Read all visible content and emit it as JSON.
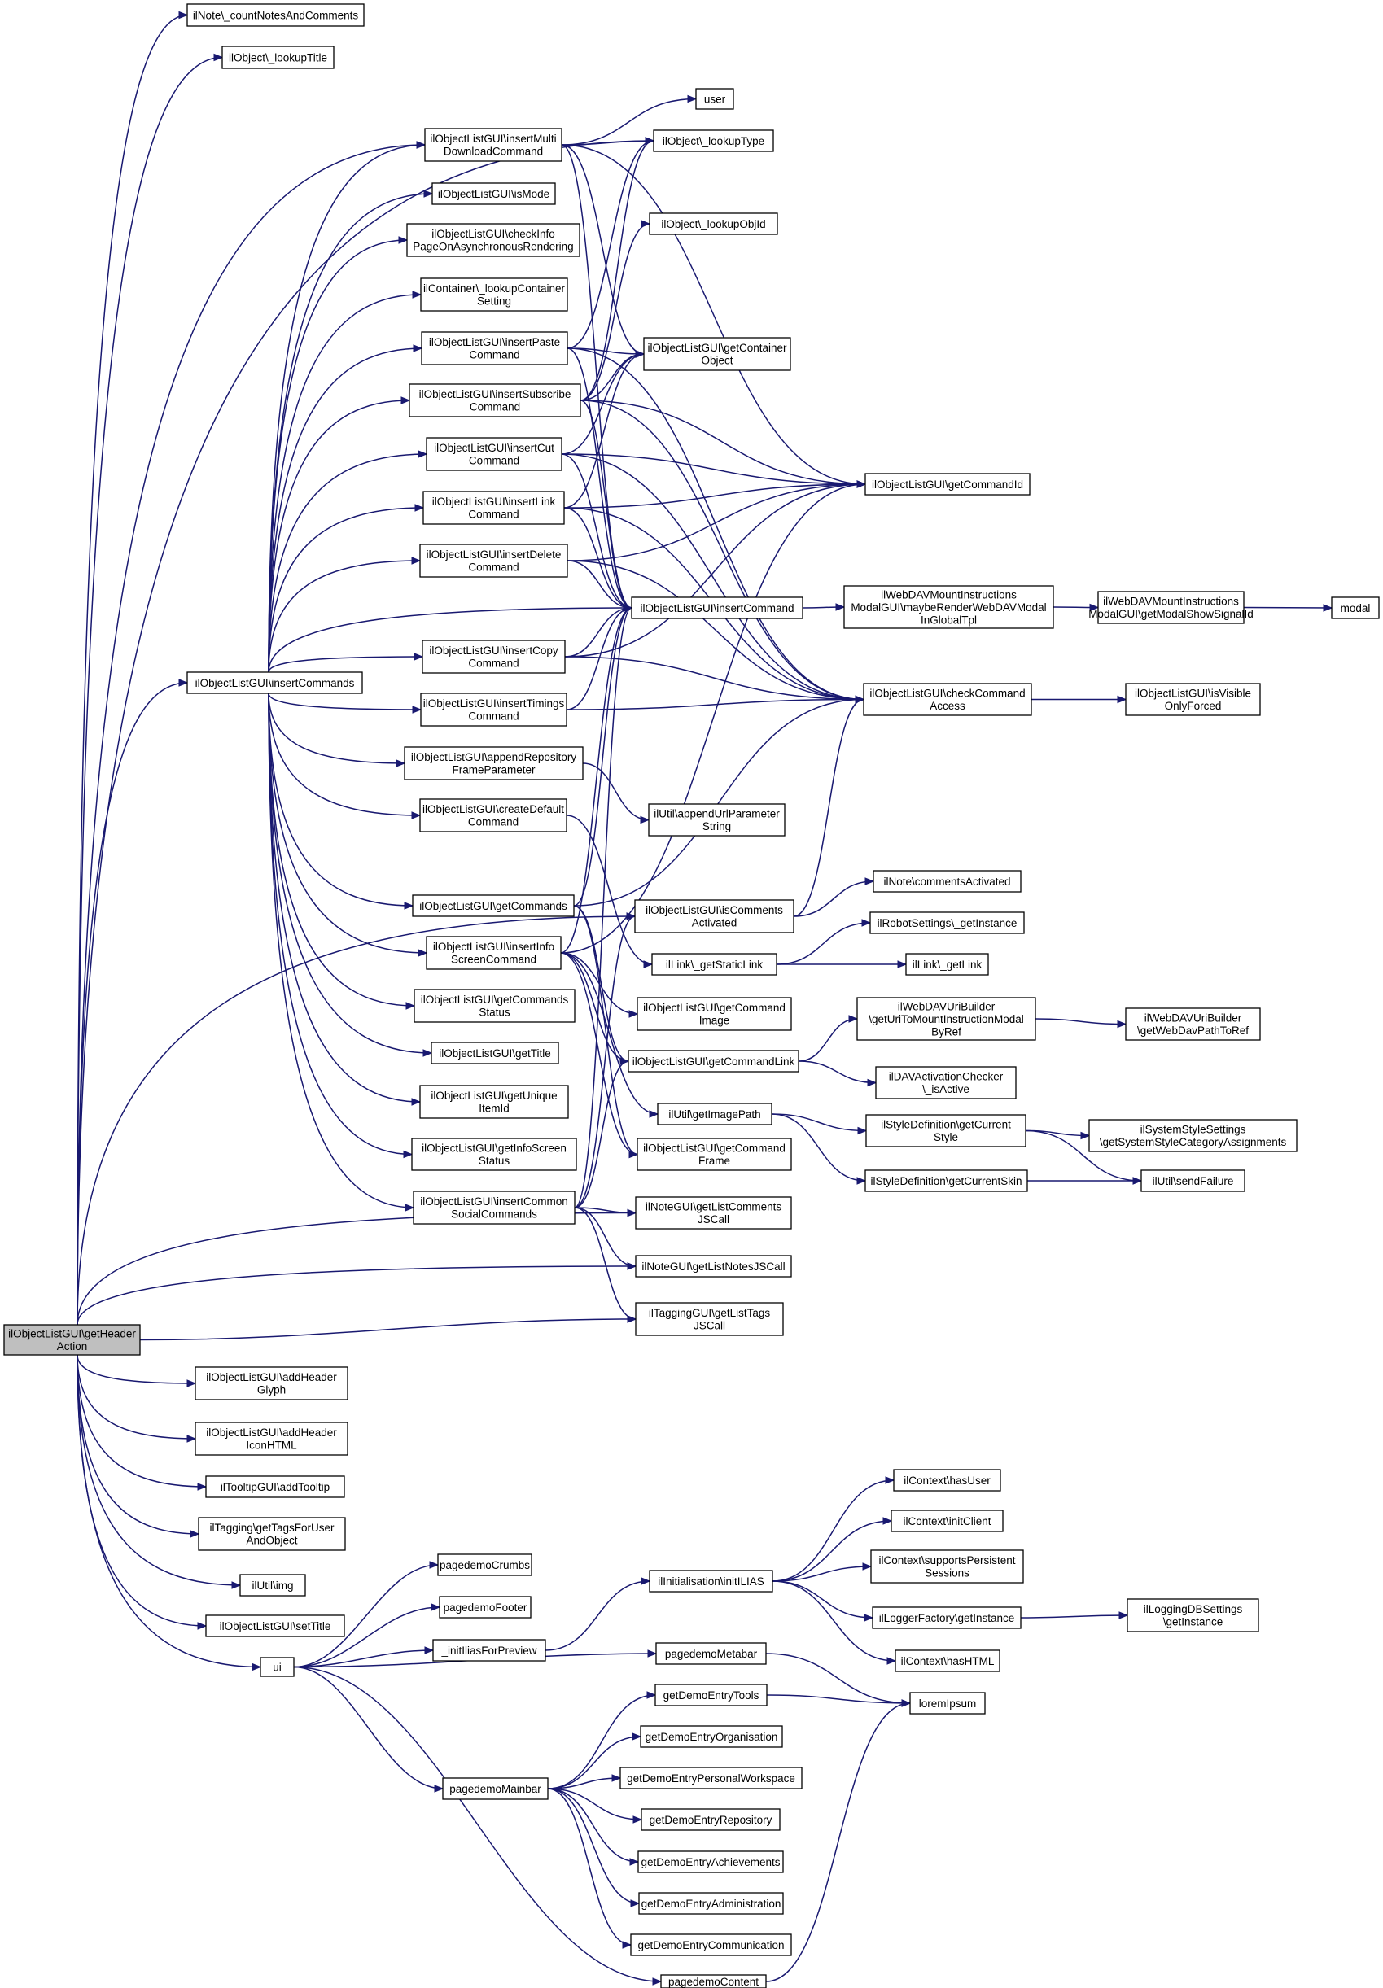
{
  "colors": {
    "edge": "#191970",
    "node_border": "#000000",
    "root_fill": "#bfbfbf",
    "node_fill": "#ffffff"
  },
  "nodes": [
    {
      "id": "root",
      "lines": [
        "ilObjectListGUI\\getHeader",
        "Action"
      ]
    },
    {
      "id": "countNotes",
      "lines": [
        "ilNote\\_countNotesAndComments"
      ]
    },
    {
      "id": "lookupTitle",
      "lines": [
        "ilObject\\_lookupTitle"
      ]
    },
    {
      "id": "user",
      "lines": [
        "user"
      ]
    },
    {
      "id": "insertMulti",
      "lines": [
        "ilObjectListGUI\\insertMulti",
        "DownloadCommand"
      ]
    },
    {
      "id": "lookupType",
      "lines": [
        "ilObject\\_lookupType"
      ]
    },
    {
      "id": "isMode",
      "lines": [
        "ilObjectListGUI\\isMode"
      ]
    },
    {
      "id": "checkInfo",
      "lines": [
        "ilObjectListGUI\\checkInfo",
        "PageOnAsynchronousRendering"
      ]
    },
    {
      "id": "lookupObjId",
      "lines": [
        "ilObject\\_lookupObjId"
      ]
    },
    {
      "id": "lookupContainer",
      "lines": [
        "ilContainer\\_lookupContainer",
        "Setting"
      ]
    },
    {
      "id": "insertPaste",
      "lines": [
        "ilObjectListGUI\\insertPaste",
        "Command"
      ]
    },
    {
      "id": "getContainerObject",
      "lines": [
        "ilObjectListGUI\\getContainer",
        "Object"
      ]
    },
    {
      "id": "insertSubscribe",
      "lines": [
        "ilObjectListGUI\\insertSubscribe",
        "Command"
      ]
    },
    {
      "id": "insertCut",
      "lines": [
        "ilObjectListGUI\\insertCut",
        "Command"
      ]
    },
    {
      "id": "getCommandId",
      "lines": [
        "ilObjectListGUI\\getCommandId"
      ]
    },
    {
      "id": "insertLink",
      "lines": [
        "ilObjectListGUI\\insertLink",
        "Command"
      ]
    },
    {
      "id": "insertDelete",
      "lines": [
        "ilObjectListGUI\\insertDelete",
        "Command"
      ]
    },
    {
      "id": "insertCommand",
      "lines": [
        "ilObjectListGUI\\insertCommand"
      ]
    },
    {
      "id": "maybeRender",
      "lines": [
        "ilWebDAVMountInstructions",
        "ModalGUI\\maybeRenderWebDAVModal",
        "InGlobalTpl"
      ]
    },
    {
      "id": "getModalShow",
      "lines": [
        "ilWebDAVMountInstructions",
        "ModalGUI\\getModalShowSignalId"
      ]
    },
    {
      "id": "modal",
      "lines": [
        "modal"
      ]
    },
    {
      "id": "insertCommands",
      "lines": [
        "ilObjectListGUI\\insertCommands"
      ]
    },
    {
      "id": "insertCopy",
      "lines": [
        "ilObjectListGUI\\insertCopy",
        "Command"
      ]
    },
    {
      "id": "checkCommandAccess",
      "lines": [
        "ilObjectListGUI\\checkCommand",
        "Access"
      ]
    },
    {
      "id": "isVisibleOnlyForced",
      "lines": [
        "ilObjectListGUI\\isVisible",
        "OnlyForced"
      ]
    },
    {
      "id": "insertTimings",
      "lines": [
        "ilObjectListGUI\\insertTimings",
        "Command"
      ]
    },
    {
      "id": "appendRepo",
      "lines": [
        "ilObjectListGUI\\appendRepository",
        "FrameParameter"
      ]
    },
    {
      "id": "appendUrl",
      "lines": [
        "ilUtil\\appendUrlParameter",
        "String"
      ]
    },
    {
      "id": "createDefault",
      "lines": [
        "ilObjectListGUI\\createDefault",
        "Command"
      ]
    },
    {
      "id": "commentsActivated",
      "lines": [
        "ilNote\\commentsActivated"
      ]
    },
    {
      "id": "getCommands",
      "lines": [
        "ilObjectListGUI\\getCommands"
      ]
    },
    {
      "id": "isCommentsActivated",
      "lines": [
        "ilObjectListGUI\\isComments",
        "Activated"
      ]
    },
    {
      "id": "robotSettings",
      "lines": [
        "ilRobotSettings\\_getInstance"
      ]
    },
    {
      "id": "insertInfo",
      "lines": [
        "ilObjectListGUI\\insertInfo",
        "ScreenCommand"
      ]
    },
    {
      "id": "getStaticLink",
      "lines": [
        "ilLink\\_getStaticLink"
      ]
    },
    {
      "id": "getLink",
      "lines": [
        "ilLink\\_getLink"
      ]
    },
    {
      "id": "getCommandsStatus",
      "lines": [
        "ilObjectListGUI\\getCommands",
        "Status"
      ]
    },
    {
      "id": "getCommandImage",
      "lines": [
        "ilObjectListGUI\\getCommand",
        "Image"
      ]
    },
    {
      "id": "webdavUriBuilder",
      "lines": [
        "ilWebDAVUriBuilder",
        "\\getUriToMountInstructionModal",
        "ByRef"
      ]
    },
    {
      "id": "getWebDavPath",
      "lines": [
        "ilWebDAVUriBuilder",
        "\\getWebDavPathToRef"
      ]
    },
    {
      "id": "getTitle",
      "lines": [
        "ilObjectListGUI\\getTitle"
      ]
    },
    {
      "id": "getCommandLink",
      "lines": [
        "ilObjectListGUI\\getCommandLink"
      ]
    },
    {
      "id": "davActivation",
      "lines": [
        "ilDAVActivationChecker",
        "\\_isActive"
      ]
    },
    {
      "id": "getUniqueItemId",
      "lines": [
        "ilObjectListGUI\\getUnique",
        "ItemId"
      ]
    },
    {
      "id": "getImagePath",
      "lines": [
        "ilUtil\\getImagePath"
      ]
    },
    {
      "id": "getCurrentStyle",
      "lines": [
        "ilStyleDefinition\\getCurrent",
        "Style"
      ]
    },
    {
      "id": "systemStyle",
      "lines": [
        "ilSystemStyleSettings",
        "\\getSystemStyleCategoryAssignments"
      ]
    },
    {
      "id": "getInfoScreenStatus",
      "lines": [
        "ilObjectListGUI\\getInfoScreen",
        "Status"
      ]
    },
    {
      "id": "getCommandFrame",
      "lines": [
        "ilObjectListGUI\\getCommand",
        "Frame"
      ]
    },
    {
      "id": "getCurrentSkin",
      "lines": [
        "ilStyleDefinition\\getCurrentSkin"
      ]
    },
    {
      "id": "sendFailure",
      "lines": [
        "ilUtil\\sendFailure"
      ]
    },
    {
      "id": "insertCommonSocial",
      "lines": [
        "ilObjectListGUI\\insertCommon",
        "SocialCommands"
      ]
    },
    {
      "id": "getListComments",
      "lines": [
        "ilNoteGUI\\getListComments",
        "JSCall"
      ]
    },
    {
      "id": "getListNotes",
      "lines": [
        "ilNoteGUI\\getListNotesJSCall"
      ]
    },
    {
      "id": "getListTags",
      "lines": [
        "ilTaggingGUI\\getListTags",
        "JSCall"
      ]
    },
    {
      "id": "addHeaderGlyph",
      "lines": [
        "ilObjectListGUI\\addHeader",
        "Glyph"
      ]
    },
    {
      "id": "addHeaderIcon",
      "lines": [
        "ilObjectListGUI\\addHeader",
        "IconHTML"
      ]
    },
    {
      "id": "addTooltip",
      "lines": [
        "ilTooltipGUI\\addTooltip"
      ]
    },
    {
      "id": "getTagsForUser",
      "lines": [
        "ilTagging\\getTagsForUser",
        "AndObject"
      ]
    },
    {
      "id": "img",
      "lines": [
        "ilUtil\\img"
      ]
    },
    {
      "id": "setTitle",
      "lines": [
        "ilObjectListGUI\\setTitle"
      ]
    },
    {
      "id": "ui",
      "lines": [
        "ui"
      ]
    },
    {
      "id": "hasUser",
      "lines": [
        "ilContext\\hasUser"
      ]
    },
    {
      "id": "initClient",
      "lines": [
        "ilContext\\initClient"
      ]
    },
    {
      "id": "supportsPersistent",
      "lines": [
        "ilContext\\supportsPersistent",
        "Sessions"
      ]
    },
    {
      "id": "pagedemoCrumbs",
      "lines": [
        "pagedemoCrumbs"
      ]
    },
    {
      "id": "initILIAS",
      "lines": [
        "ilInitialisation\\initILIAS"
      ]
    },
    {
      "id": "pagedemoFooter",
      "lines": [
        "pagedemoFooter"
      ]
    },
    {
      "id": "loggerFactory",
      "lines": [
        "ilLoggerFactory\\getInstance"
      ]
    },
    {
      "id": "loggingDB",
      "lines": [
        "ilLoggingDBSettings",
        "\\getInstance"
      ]
    },
    {
      "id": "initIlias",
      "lines": [
        "_initIliasForPreview"
      ]
    },
    {
      "id": "hasHTML",
      "lines": [
        "ilContext\\hasHTML"
      ]
    },
    {
      "id": "pagedemoMetabar",
      "lines": [
        "pagedemoMetabar"
      ]
    },
    {
      "id": "getDemoEntryTools",
      "lines": [
        "getDemoEntryTools"
      ]
    },
    {
      "id": "loremIpsum",
      "lines": [
        "loremIpsum"
      ]
    },
    {
      "id": "getDemoEntryOrg",
      "lines": [
        "getDemoEntryOrganisation"
      ]
    },
    {
      "id": "pagedemoMainbar",
      "lines": [
        "pagedemoMainbar"
      ]
    },
    {
      "id": "getDemoEntryPersonal",
      "lines": [
        "getDemoEntryPersonalWorkspace"
      ]
    },
    {
      "id": "getDemoEntryRepo",
      "lines": [
        "getDemoEntryRepository"
      ]
    },
    {
      "id": "getDemoEntryAch",
      "lines": [
        "getDemoEntryAchievements"
      ]
    },
    {
      "id": "getDemoEntryAdmin",
      "lines": [
        "getDemoEntryAdministration"
      ]
    },
    {
      "id": "getDemoEntryComm",
      "lines": [
        "getDemoEntryCommunication"
      ]
    },
    {
      "id": "pagedemoContent",
      "lines": [
        "pagedemoContent"
      ]
    }
  ]
}
